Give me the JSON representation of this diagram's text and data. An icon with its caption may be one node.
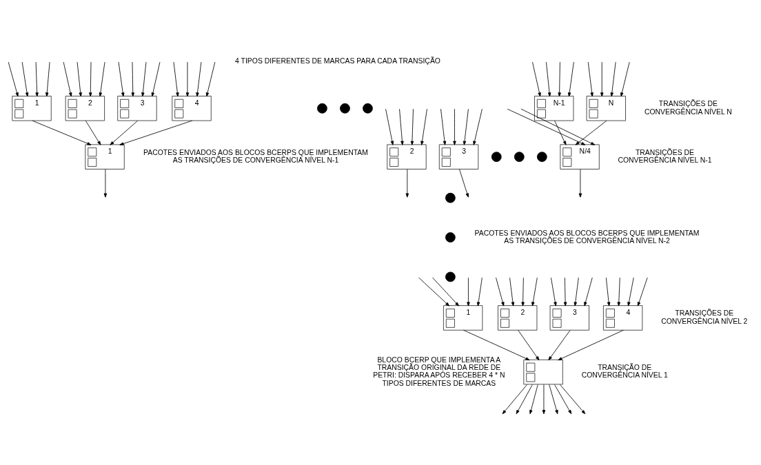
{
  "diagram": {
    "nodes": [
      {
        "text": [
          "1"
        ]
      },
      {
        "text": [
          "2"
        ]
      },
      {
        "text": [
          "3"
        ]
      },
      {
        "text": [
          "4"
        ]
      },
      {
        "text": [],
        "shape": "circle"
      },
      {
        "text": [],
        "shape": "circle"
      },
      {
        "text": [],
        "shape": "circle"
      },
      {
        "text": [
          "N-1"
        ]
      },
      {
        "text": [
          "N"
        ],
        "beside": [
          "TRANSIÇÕES DE CONVERGÊNCIA NÍVEL N"
        ]
      },
      {
        "text": [
          "1"
        ]
      },
      {
        "text": [
          "2"
        ]
      },
      {
        "text": [
          "3"
        ]
      },
      {
        "text": [],
        "shape": "circle"
      },
      {
        "text": [],
        "shape": "circle"
      },
      {
        "text": [],
        "shape": "circle"
      },
      {
        "text": [
          "N/4"
        ],
        "beside": [
          "TRANSIÇÕES DE CONVERGÊNCIA NÍVEL N-1"
        ]
      },
      {
        "text": [],
        "shape": "circle"
      },
      {
        "text": [],
        "shape": "circle"
      },
      {
        "text": [],
        "shape": "circle"
      },
      {
        "text": [
          "1"
        ]
      },
      {
        "text": [
          "2"
        ]
      },
      {
        "text": [
          "3"
        ]
      },
      {
        "text": [
          "4"
        ],
        "beside": [
          "TRANSIÇÕES DE CONVERGÊNCIA NÍVEL 2"
        ]
      },
      {
        "text": [],
        "shape": "box",
        "beside": [
          "TRANSIÇÃO DE CONVERGÊNCIA NÍVEL 1"
        ]
      }
    ],
    "edges": [
      {
        "from": null,
        "to": 0,
        "arrow": "to"
      },
      {
        "from": null,
        "to": 0,
        "arrow": "to"
      },
      {
        "from": null,
        "to": 0,
        "arrow": "to"
      },
      {
        "from": null,
        "to": 0,
        "arrow": "to"
      },
      {
        "from": null,
        "to": 1,
        "arrow": "to"
      },
      {
        "from": null,
        "to": 1,
        "arrow": "to"
      },
      {
        "from": null,
        "to": 1,
        "arrow": "to"
      },
      {
        "from": null,
        "to": 1,
        "arrow": "to"
      },
      {
        "from": null,
        "to": 2,
        "arrow": "to"
      },
      {
        "from": null,
        "to": 2,
        "arrow": "to"
      },
      {
        "from": null,
        "to": 2,
        "arrow": "to"
      },
      {
        "from": null,
        "to": 2,
        "arrow": "to"
      },
      {
        "from": null,
        "to": 3,
        "arrow": "to"
      },
      {
        "from": null,
        "to": 3,
        "arrow": "to"
      },
      {
        "from": null,
        "to": 3,
        "arrow": "to"
      },
      {
        "from": null,
        "to": 3,
        "arrow": "to"
      },
      {
        "from": null,
        "to": 7,
        "arrow": "to"
      },
      {
        "from": null,
        "to": 7,
        "arrow": "to"
      },
      {
        "from": null,
        "to": 7,
        "arrow": "to"
      },
      {
        "from": null,
        "to": 7,
        "arrow": "to"
      },
      {
        "from": null,
        "to": 8,
        "arrow": "to"
      },
      {
        "from": null,
        "to": 8,
        "arrow": "to"
      },
      {
        "from": null,
        "to": 8,
        "arrow": "to"
      },
      {
        "from": null,
        "to": 8,
        "arrow": "to"
      },
      {
        "from": 0,
        "to": 9,
        "arrow": "to"
      },
      {
        "from": 1,
        "to": 9,
        "arrow": "to"
      },
      {
        "from": 2,
        "to": 9,
        "arrow": "to"
      },
      {
        "from": 3,
        "to": 9,
        "arrow": "to"
      },
      {
        "from": 7,
        "to": 15,
        "arrow": "to"
      },
      {
        "from": 8,
        "to": 15,
        "arrow": "to"
      },
      {
        "from": null,
        "to": 15,
        "arrow": "to"
      },
      {
        "from": null,
        "to": 15,
        "arrow": "to"
      },
      {
        "from": null,
        "to": 10,
        "arrow": "to"
      },
      {
        "from": null,
        "to": 10,
        "arrow": "to"
      },
      {
        "from": null,
        "to": 10,
        "arrow": "to"
      },
      {
        "from": null,
        "to": 10,
        "arrow": "to"
      },
      {
        "from": null,
        "to": 11,
        "arrow": "to"
      },
      {
        "from": null,
        "to": 11,
        "arrow": "to"
      },
      {
        "from": null,
        "to": 11,
        "arrow": "to"
      },
      {
        "from": null,
        "to": 11,
        "arrow": "to"
      },
      {
        "from": 9,
        "to": null,
        "arrow": "to"
      },
      {
        "from": 10,
        "to": null,
        "arrow": "to"
      },
      {
        "from": 11,
        "to": null,
        "arrow": "to"
      },
      {
        "from": 15,
        "to": null,
        "arrow": "to"
      },
      {
        "from": null,
        "to": 19,
        "arrow": "to"
      },
      {
        "from": null,
        "to": 19,
        "arrow": "to"
      },
      {
        "from": null,
        "to": 19,
        "arrow": "to"
      },
      {
        "from": null,
        "to": 19,
        "arrow": "to"
      },
      {
        "from": null,
        "to": 20,
        "arrow": "to"
      },
      {
        "from": null,
        "to": 20,
        "arrow": "to"
      },
      {
        "from": null,
        "to": 20,
        "arrow": "to"
      },
      {
        "from": null,
        "to": 20,
        "arrow": "to"
      },
      {
        "from": null,
        "to": 21,
        "arrow": "to"
      },
      {
        "from": null,
        "to": 21,
        "arrow": "to"
      },
      {
        "from": null,
        "to": 21,
        "arrow": "to"
      },
      {
        "from": null,
        "to": 21,
        "arrow": "to"
      },
      {
        "from": null,
        "to": 22,
        "arrow": "to"
      },
      {
        "from": null,
        "to": 22,
        "arrow": "to"
      },
      {
        "from": null,
        "to": 22,
        "arrow": "to"
      },
      {
        "from": null,
        "to": 22,
        "arrow": "to"
      },
      {
        "from": 19,
        "to": 23,
        "arrow": "to"
      },
      {
        "from": 20,
        "to": 23,
        "arrow": "to"
      },
      {
        "from": 21,
        "to": 23,
        "arrow": "to"
      },
      {
        "from": 22,
        "to": 23,
        "arrow": "to"
      },
      {
        "from": 23,
        "to": null,
        "arrow": "to"
      },
      {
        "from": 23,
        "to": null,
        "arrow": "to"
      },
      {
        "from": 23,
        "to": null,
        "arrow": "to"
      },
      {
        "from": 23,
        "to": null,
        "arrow": "to"
      },
      {
        "from": 23,
        "to": null,
        "arrow": "to"
      },
      {
        "from": 23,
        "to": null,
        "arrow": "to"
      },
      {
        "from": 23,
        "to": null,
        "arrow": "to"
      }
    ],
    "labels": [
      "4 TIPOS DIFERENTES DE MARCAS PARA CADA TRANSIÇÃO",
      "PACOTES ENVIADOS AOS BLOCOS BCERPS QUE IMPLEMENTAM AS TRANSIÇÕES DE CONVERGÊNCIA NÍVEL N-1",
      "PACOTES ENVIADOS AOS BLOCOS BCERPS QUE IMPLEMENTAM AS TRANSIÇÕES DE CONVERGÊNCIA NÍVEL N-2",
      "BLOCO BCERP QUE IMPLEMENTA A TRANSIÇÃO ORIGINAL DA REDE DE PETRI: DISPARA APÓS RECEBER 4 * N TIPOS DIFERENTES DE MARCAS"
    ]
  }
}
